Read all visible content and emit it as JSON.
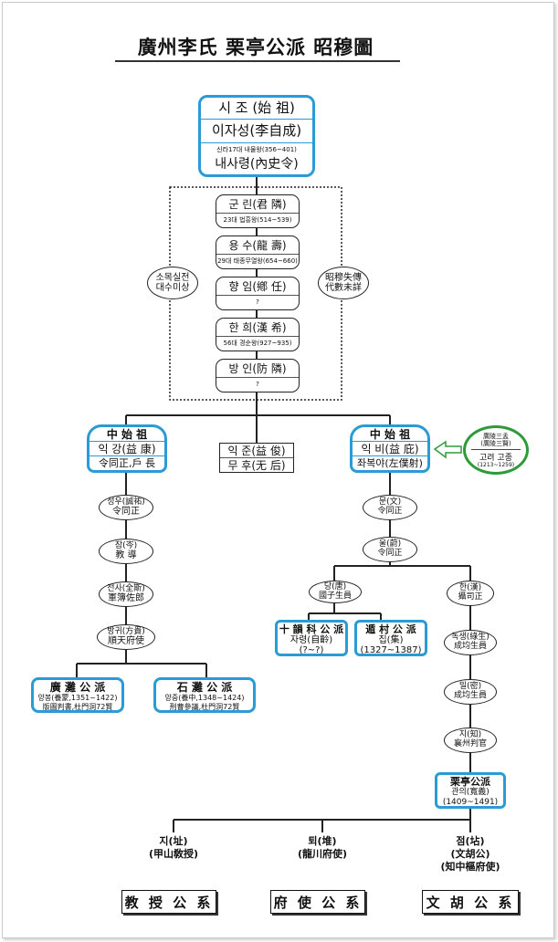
{
  "title": "廣州李氏 栗亭公派 昭穆圖",
  "sijo": {
    "head": "시 조 (始 祖)",
    "name": "이자성(李自成)",
    "note": "신라17대 내물왕(356~401)",
    "office": "내사령(內史令)"
  },
  "lost_left": [
    "소목실전",
    "대수미상"
  ],
  "lost_right": [
    "昭穆失傳",
    "代數未詳"
  ],
  "chain": [
    {
      "name": "군 린(君 隣)",
      "note": "23대 법흥왕(514~539)"
    },
    {
      "name": "용 수(龍 壽)",
      "note": "29대 태종무열왕(654~660)"
    },
    {
      "name": "향 임(鄕 任)",
      "note": "?"
    },
    {
      "name": "한 희(漢 希)",
      "note": "56대 경순왕(927~935)"
    },
    {
      "name": "방 인(防 隣)",
      "note": "?"
    }
  ],
  "left_branch": {
    "head": "中 始 祖",
    "name": "익 강(益 康)",
    "office": "令同正,戶 長"
  },
  "mid_branch": {
    "name": "익 준(益 俊)",
    "office": "무 후(无 后)"
  },
  "right_branch": {
    "head": "中 始 祖",
    "name": "익 비(益 庇)",
    "office": "좌복야(左僕射)"
  },
  "green_note": {
    "top1": "廣陵三孟",
    "top2": "(廣陵三賢)",
    "mid": "고려 고종",
    "bot": "(1213~1259)"
  },
  "left_chain": [
    {
      "l1": "성우(誠祐)",
      "l2": "令同正"
    },
    {
      "l1": "잠(岑)",
      "l2": "教 導"
    },
    {
      "l1": "전사(全斯)",
      "l2": "軍簿佐郎"
    },
    {
      "l1": "방귀(方貴)",
      "l2": "順天府使"
    }
  ],
  "left_groups": [
    {
      "name": "廣 灘 公 派",
      "l2": "양봉(養蒙,1351~1422)",
      "l3": "版圖判書,杜門洞72賢"
    },
    {
      "name": "石 灘 公 派",
      "l2": "양중(養中,1348~1424)",
      "l3": "刑曹參議,杜門洞72賢"
    }
  ],
  "right_chain": [
    {
      "l1": "문(文)",
      "l2": "令同正"
    },
    {
      "l1": "울(蔚)",
      "l2": "令同正"
    }
  ],
  "dang": {
    "l1": "당(唐)",
    "l2": "國子生員"
  },
  "han": {
    "l1": "한(漢)",
    "l2": "攝司正"
  },
  "right_groups": [
    {
      "name": "十 韻 科 公 派",
      "l2": "자령(自齡)",
      "l3": "(?~?)"
    },
    {
      "name": "遁 村 公 派",
      "l2": "집(集)",
      "l3": "(1327~1387)"
    }
  ],
  "han_chain": [
    {
      "l1": "녹생(綠生)",
      "l2": "成均生員"
    },
    {
      "l1": "밀(密)",
      "l2": "成均生員"
    },
    {
      "l1": "지(知)",
      "l2": "襄州判官"
    }
  ],
  "yulijeong": {
    "name": "栗亭公派",
    "l2": "관의(寬義)",
    "l3": "(1409~1491)"
  },
  "sons": [
    {
      "l1": "지(址)",
      "l2": "(甲山敎授)"
    },
    {
      "l1": "퇴(堆)",
      "l2": "(龍川府使)"
    },
    {
      "l1": "점(坫)",
      "l2": "(文胡公)",
      "l3": "(知中樞府使)"
    }
  ],
  "lineages": [
    "教 授 公 系",
    "府 使 公 系",
    "文 胡 公 系"
  ]
}
